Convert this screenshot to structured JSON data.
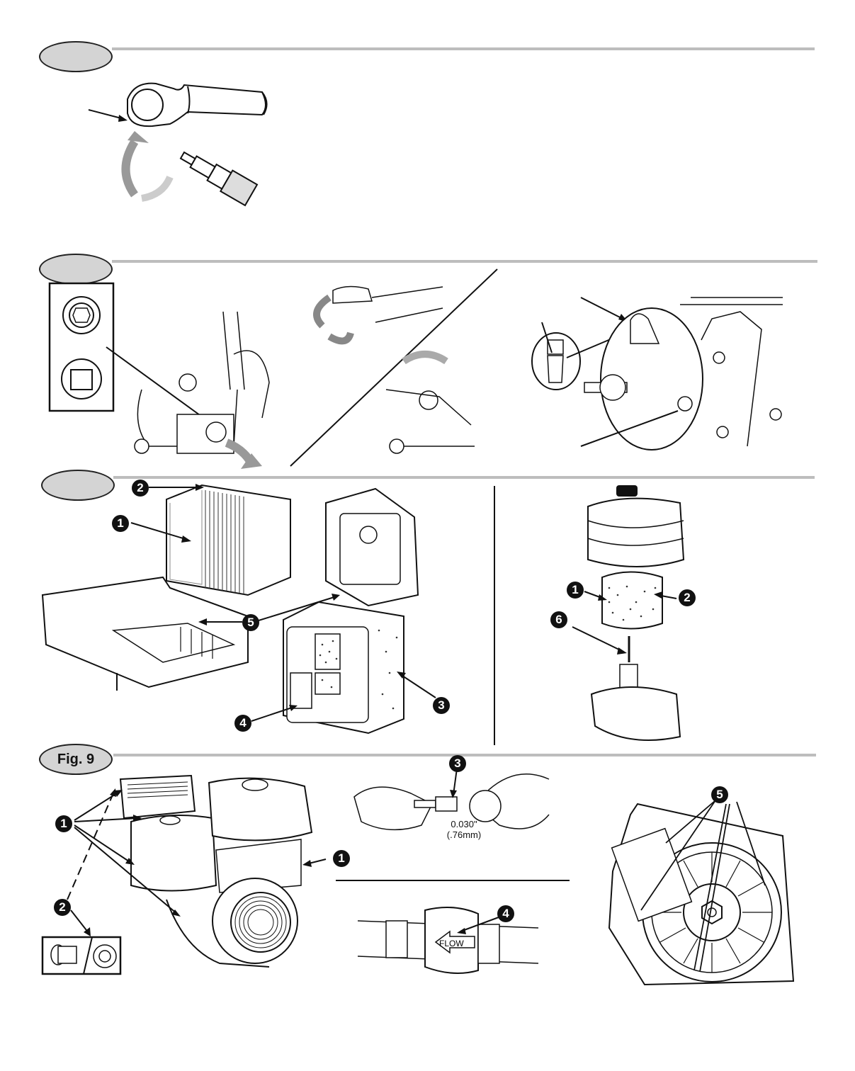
{
  "figures": [
    {
      "id": "fig-top",
      "label": ""
    },
    {
      "id": "fig-oil",
      "label": ""
    },
    {
      "id": "fig-air",
      "label": ""
    },
    {
      "id": "fig-9",
      "label": "Fig. 9"
    }
  ],
  "air_filter": {
    "left_callouts": [
      "2",
      "1",
      "5",
      "4",
      "3"
    ],
    "right_callouts": [
      "1",
      "2",
      "6"
    ]
  },
  "fig9": {
    "callouts": [
      "1",
      "1",
      "2",
      "3",
      "4",
      "5"
    ],
    "spark_gap_line1": "0.030\"",
    "spark_gap_line2": "(.76mm)",
    "flow_label": "FLOW"
  }
}
